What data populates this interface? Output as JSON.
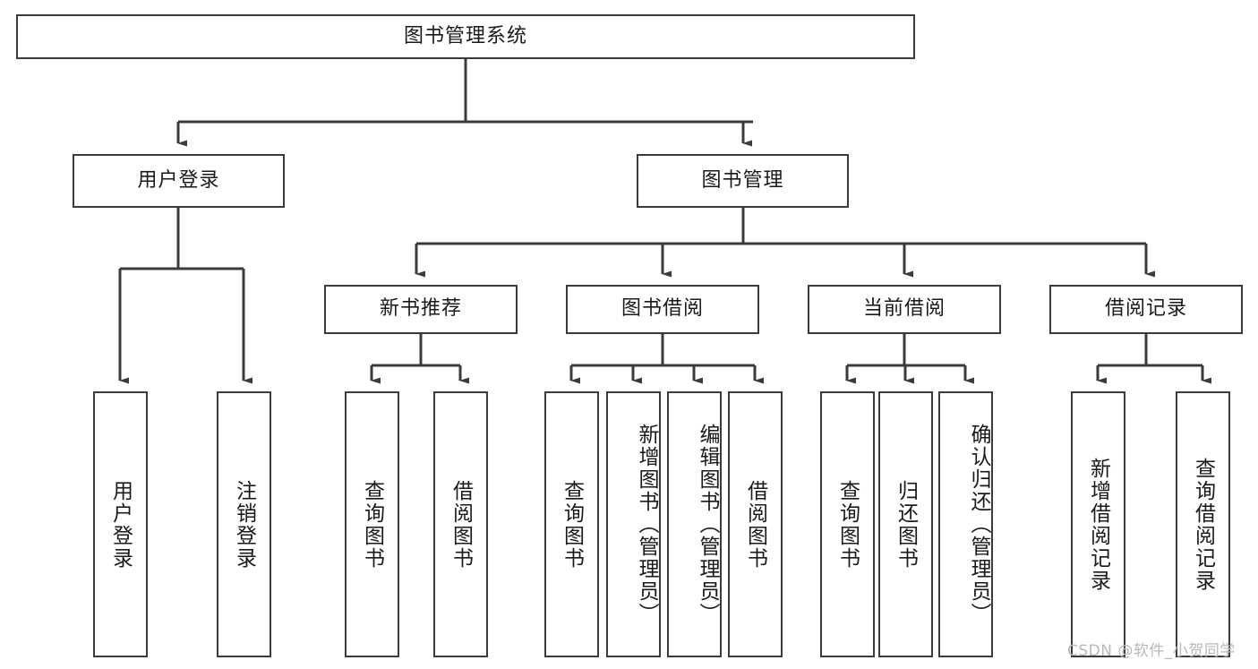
{
  "diagram": {
    "title": "图书管理系统",
    "type": "tree-hierarchy",
    "watermark": "CSDN @软件_小贺同学",
    "colors": {
      "box_border": "#3b3b3b",
      "box_fill": "#ffffff",
      "edge": "#3b3b3b",
      "text": "#1a1a1a",
      "watermark": "#b8b8b8",
      "background": "#ffffff"
    }
  },
  "nodes": {
    "root": {
      "label": "图书管理系统"
    },
    "level2": [
      {
        "label": "用户登录"
      },
      {
        "label": "图书管理"
      }
    ],
    "level3": [
      {
        "label": "新书推荐"
      },
      {
        "label": "图书借阅"
      },
      {
        "label": "当前借阅"
      },
      {
        "label": "借阅记录"
      }
    ],
    "leaves": {
      "user_login": [
        {
          "label": "用户登录"
        },
        {
          "label": "注销登录"
        }
      ],
      "new_book_rec": [
        {
          "label": "查询图书"
        },
        {
          "label": "借阅图书"
        }
      ],
      "book_borrow": [
        {
          "label": "查询图书"
        },
        {
          "label": "新增图书（管理员）"
        },
        {
          "label": "编辑图书（管理员）"
        },
        {
          "label": "借阅图书"
        }
      ],
      "current_borrow": [
        {
          "label": "查询图书"
        },
        {
          "label": "归还图书"
        },
        {
          "label": "确认归还（管理员）"
        }
      ],
      "borrow_record": [
        {
          "label": "新增借阅记录"
        },
        {
          "label": "查询借阅记录"
        }
      ]
    }
  }
}
